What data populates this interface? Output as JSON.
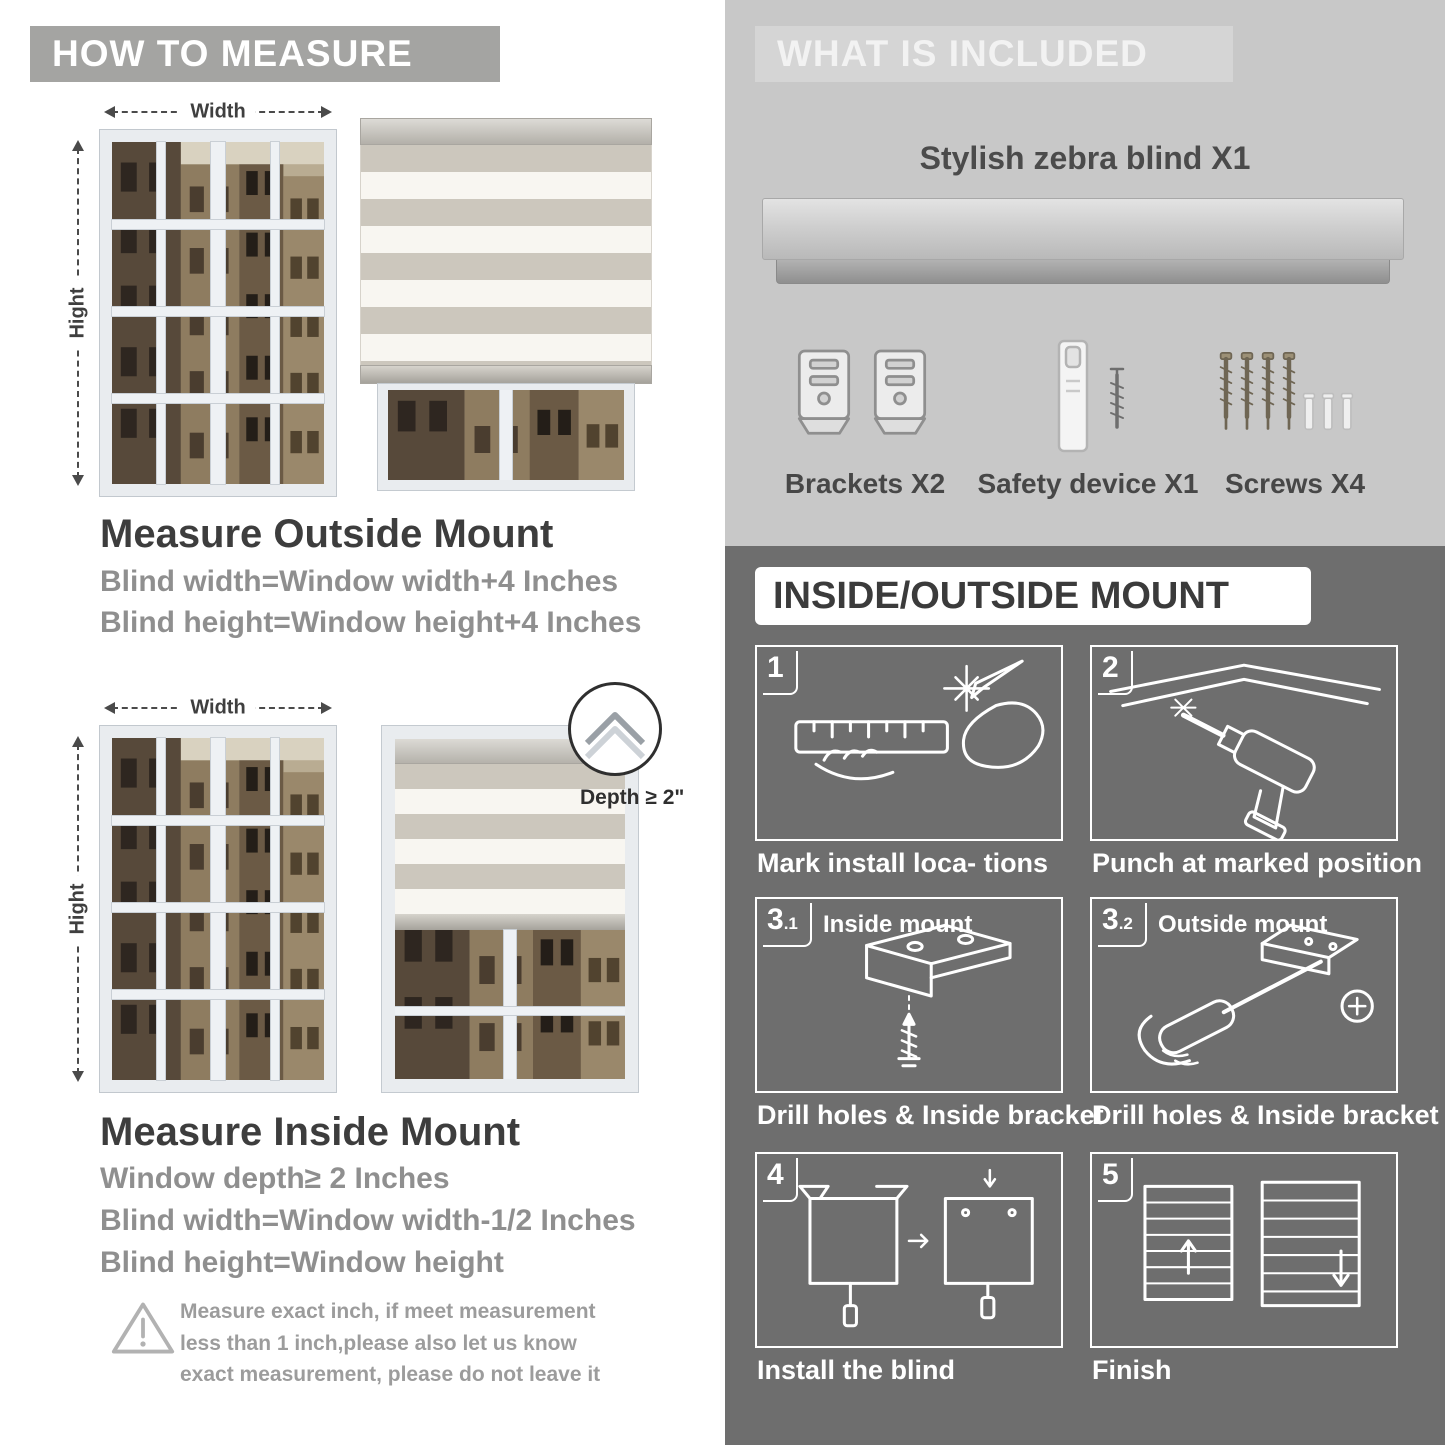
{
  "colors": {
    "left_banner_bg": "#a4a4a2",
    "right_top_bg": "#c8c8c8",
    "right_banner_bg": "#d5d5d5",
    "dark_section_bg": "#6e6e6e",
    "heading_text": "#3d3d3d",
    "body_gray_text": "#8f8f8f"
  },
  "left": {
    "header": "HOW TO MEASURE",
    "outside_mount": {
      "width_label": "Width",
      "height_label": "Hight",
      "title": "Measure Outside Mount",
      "lines": [
        "Blind width=Window width+4 Inches",
        "Blind height=Window height+4 Inches"
      ]
    },
    "inside_mount": {
      "width_label": "Width",
      "height_label": "Hight",
      "depth_callout": "Depth ≥ 2\"",
      "title": "Measure Inside Mount",
      "lines": [
        "Window depth≥ 2 Inches",
        "Blind width=Window width-1/2 Inches",
        "Blind height=Window height"
      ]
    },
    "note": "Measure exact inch, if meet measurement less than 1 inch,please also let us know exact measurement, please do not leave it"
  },
  "right": {
    "included": {
      "header": "WHAT IS INCLUDED",
      "product_label": "Stylish zebra blind X1",
      "items": [
        {
          "label": "Brackets X2"
        },
        {
          "label": "Safety device X1"
        },
        {
          "label": "Screws X4"
        }
      ]
    },
    "mount": {
      "header": "INSIDE/OUTSIDE MOUNT",
      "steps": [
        {
          "num": "1",
          "sub": "",
          "label": "",
          "caption": "Mark install loca- tions"
        },
        {
          "num": "2",
          "sub": "",
          "label": "",
          "caption": "Punch at  marked position"
        },
        {
          "num": "3",
          "sub": ".1",
          "label": "Inside mount",
          "caption": "Drill holes &  Inside bracket"
        },
        {
          "num": "3",
          "sub": ".2",
          "label": "Outside mount",
          "caption": "Drill holes &  Inside bracket"
        },
        {
          "num": "4",
          "sub": "",
          "label": "",
          "caption": "Install the blind"
        },
        {
          "num": "5",
          "sub": "",
          "label": "",
          "caption": "Finish"
        }
      ]
    }
  }
}
